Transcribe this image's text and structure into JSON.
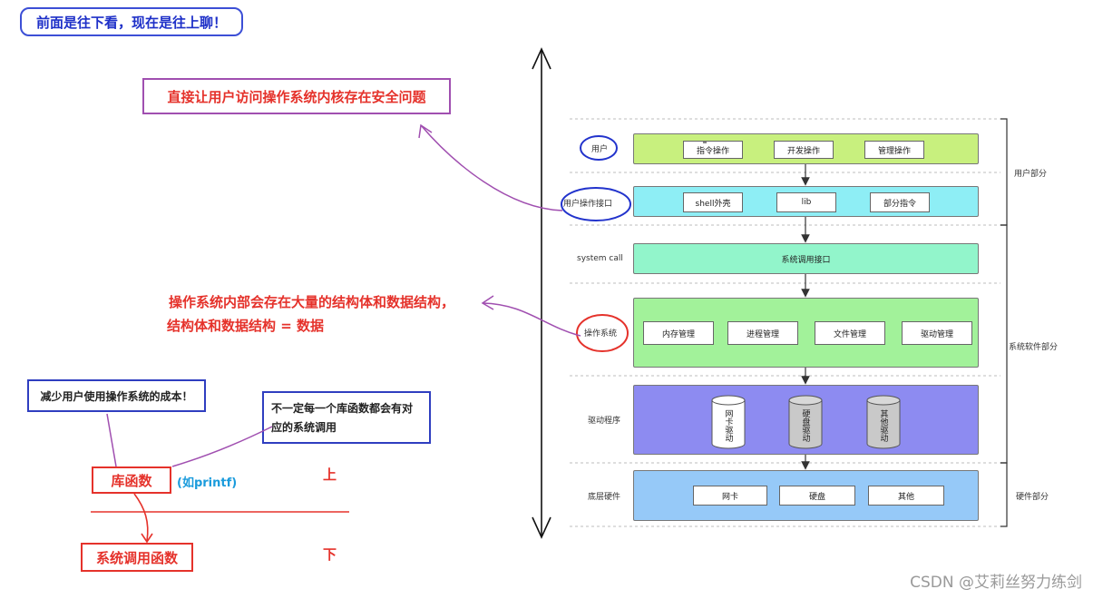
{
  "top_note": "前面是往下看，现在是往上聊！",
  "security_note": "直接让用户访问操作系统内核存在安全问题",
  "data_structure_note": {
    "line1": "操作系统内部会存在大量的结构体和数据结构，",
    "line2": "结构体和数据结构 = 数据"
  },
  "reduce_cost_note": "减少用户使用操作系统的成本！",
  "not_all_note": {
    "line1": "不一定每一个库函数都会有对",
    "line2": "应的系统调用"
  },
  "library_function": "库函数",
  "printf_example": "(如printf)",
  "syscall_function": "系统调用函数",
  "up_label": "上",
  "down_label": "下",
  "layers": {
    "user": {
      "label": "用户",
      "items": [
        "指令操作",
        "开发操作",
        "管理操作"
      ]
    },
    "user_interface": {
      "label": "用户操作接口",
      "items": [
        "shell外壳",
        "lib",
        "部分指令"
      ]
    },
    "system_call": {
      "label": "system call",
      "items": [
        "系统调用接口"
      ]
    },
    "os": {
      "label": "操作系统",
      "items": [
        "内存管理",
        "进程管理",
        "文件管理",
        "驱动管理"
      ]
    },
    "drivers": {
      "label": "驱动程序",
      "items": [
        "网卡驱动",
        "硬盘驱动",
        "其他驱动"
      ]
    },
    "hardware": {
      "label": "底层硬件",
      "items": [
        "网卡",
        "硬盘",
        "其他"
      ]
    }
  },
  "regions": {
    "user_part": "用户部分",
    "system_software_part": "系统软件部分",
    "hardware_part": "硬件部分"
  },
  "colors": {
    "user_layer": "#c8f07e",
    "interface_layer": "#8eeef5",
    "syscall_layer": "#92f5cb",
    "os_layer": "#a2f29a",
    "driver_layer": "#8d8bf1",
    "hardware_layer": "#96c9f8",
    "annotation_red": "#e5322b",
    "annotation_blue": "#2f3ec0",
    "annotation_purple": "#a04fb0",
    "printf_blue": "#1a9bdc"
  },
  "watermark": "CSDN @艾莉丝努力练剑"
}
